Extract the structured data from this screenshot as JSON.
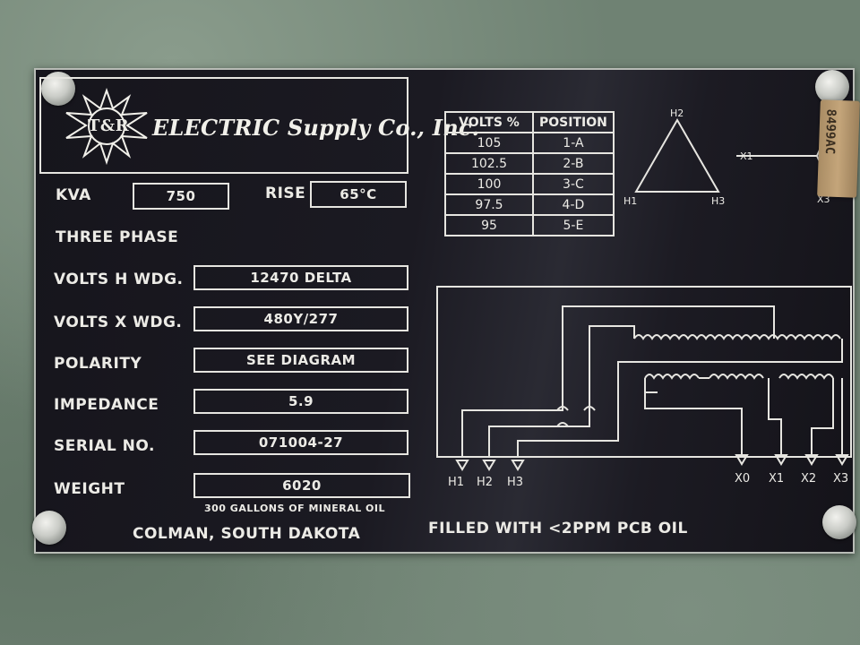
{
  "logo": {
    "monogram": "T&R",
    "company": "ELECTRIC Supply Co., Inc."
  },
  "specs": {
    "kva_label": "KVA",
    "kva_value": "750",
    "rise_label": "RISE",
    "rise_value": "65°C",
    "phase": "THREE PHASE",
    "volts_h_label": "VOLTS H WDG.",
    "volts_h_value": "12470 DELTA",
    "volts_x_label": "VOLTS X WDG.",
    "volts_x_value": "480Y/277",
    "polarity_label": "POLARITY",
    "polarity_value": "SEE DIAGRAM",
    "impedance_label": "IMPEDANCE",
    "impedance_value": "5.9",
    "serial_label": "SERIAL NO.",
    "serial_value": "071004-27",
    "weight_label": "WEIGHT",
    "weight_value": "6020",
    "oil_note": "300 GALLONS OF MINERAL OIL"
  },
  "tap_table": {
    "headers": [
      "VOLTS %",
      "POSITION"
    ],
    "rows": [
      [
        "105",
        "1-A"
      ],
      [
        "102.5",
        "2-B"
      ],
      [
        "100",
        "3-C"
      ],
      [
        "97.5",
        "4-D"
      ],
      [
        "95",
        "5-E"
      ]
    ]
  },
  "vector_diagram": {
    "h_labels": [
      "H1",
      "H2",
      "H3"
    ],
    "x_labels": [
      "X1",
      "X3"
    ]
  },
  "wiring_diagram": {
    "h_terminals": [
      "H1",
      "H2",
      "H3"
    ],
    "x_terminals": [
      "X0",
      "X1",
      "X2",
      "X3"
    ]
  },
  "tag_text": "8499AC",
  "footer": {
    "location": "COLMAN, SOUTH DAKOTA",
    "pcb_note": "FILLED WITH <2PPM PCB OIL"
  }
}
